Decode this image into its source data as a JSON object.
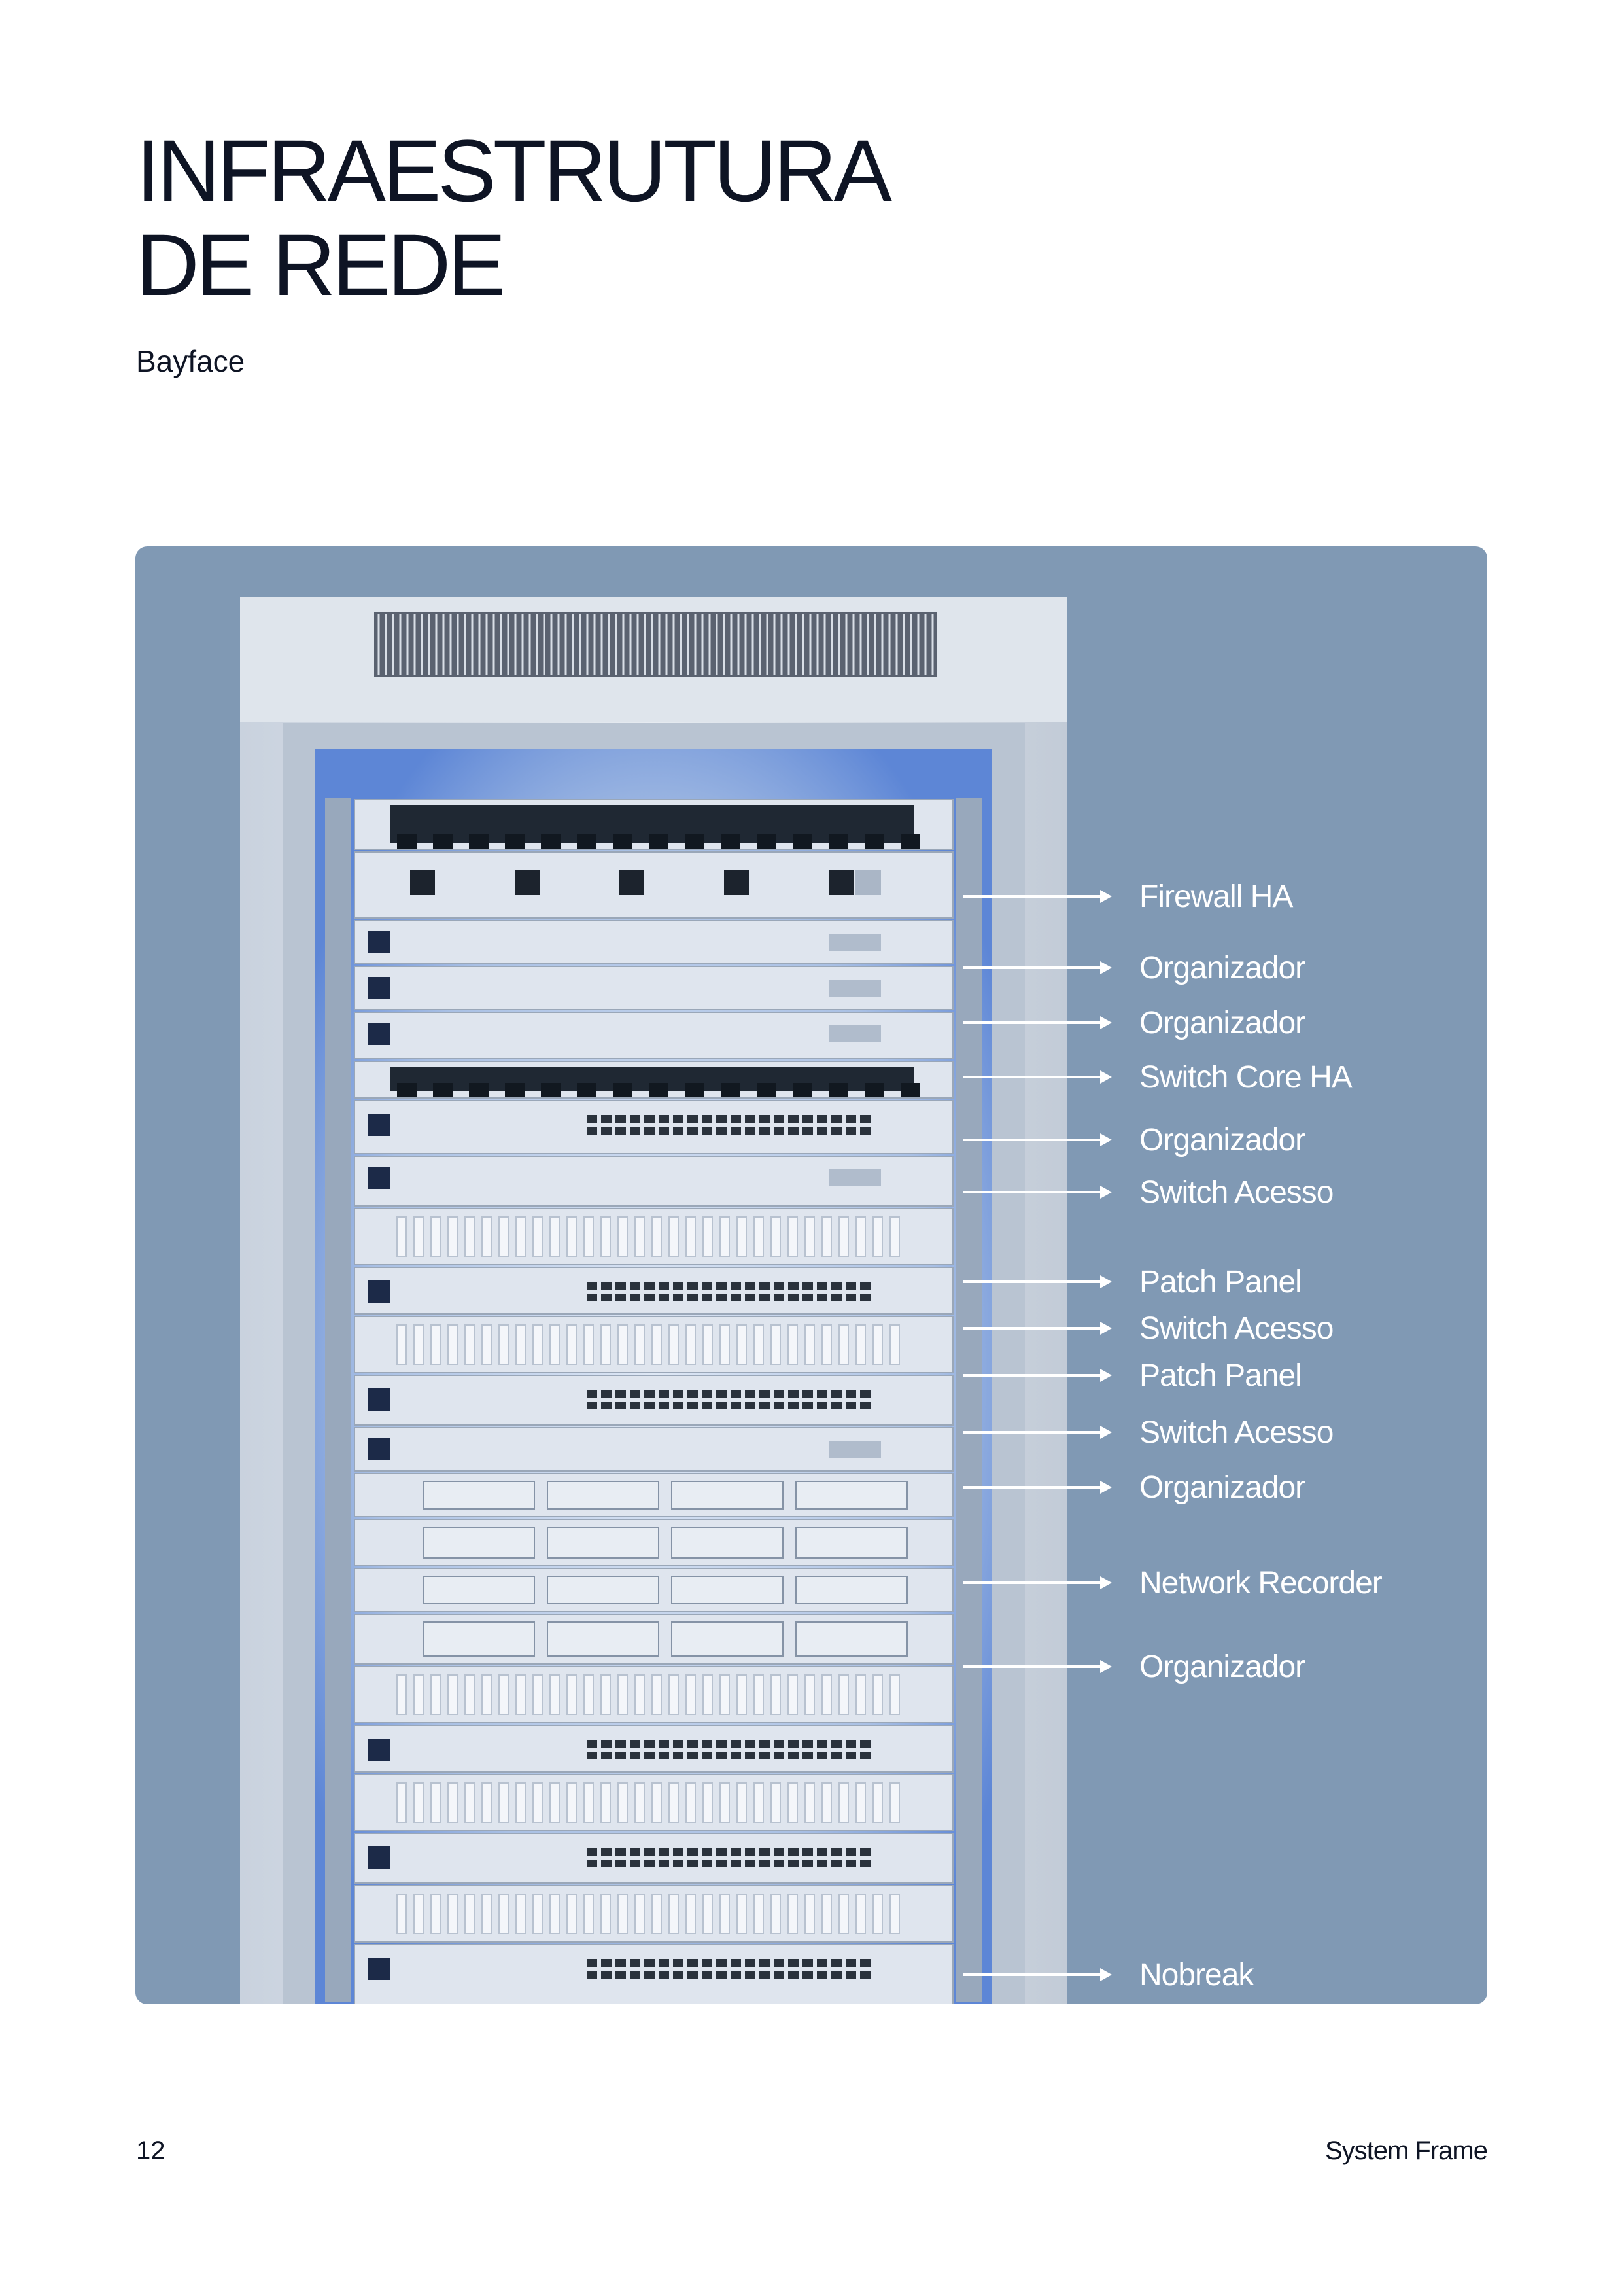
{
  "header": {
    "title_line1": "INFRAESTRUTURA",
    "title_line2": "DE REDE",
    "subtitle": "Bayface"
  },
  "colors": {
    "panel_background": "#8099b4",
    "text_dark": "#0e1424",
    "callout": "#ffffff"
  },
  "rack_image": {
    "icon": "server-rack-icon"
  },
  "callouts": [
    {
      "label": "Firewall HA"
    },
    {
      "label": "Organizador"
    },
    {
      "label": "Organizador"
    },
    {
      "label": "Switch Core HA"
    },
    {
      "label": "Organizador"
    },
    {
      "label": "Switch Acesso"
    },
    {
      "label": "Patch Panel"
    },
    {
      "label": "Switch Acesso"
    },
    {
      "label": "Patch Panel"
    },
    {
      "label": "Switch Acesso"
    },
    {
      "label": "Organizador"
    },
    {
      "label": "Network Recorder"
    },
    {
      "label": "Organizador"
    },
    {
      "label": "Nobreak"
    }
  ],
  "footer": {
    "page_number": "12",
    "brand": "System Frame"
  }
}
